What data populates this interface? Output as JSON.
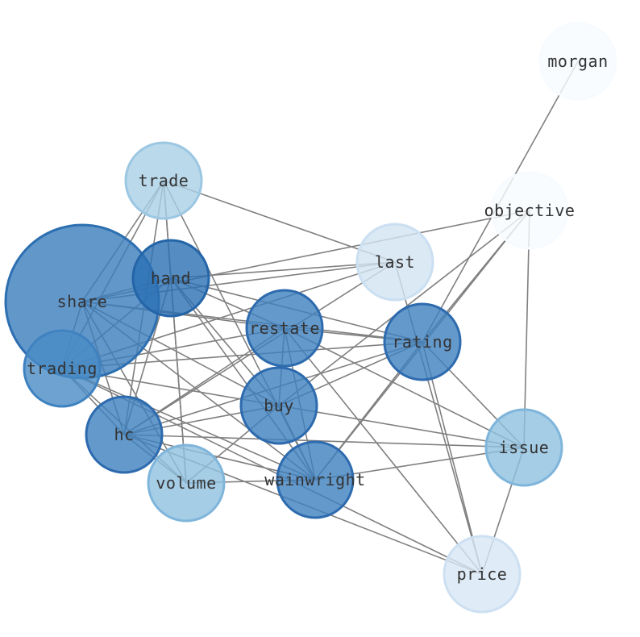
{
  "diagram": {
    "type": "network-graph",
    "nodes": [
      {
        "id": "morgan",
        "label": "morgan",
        "fill": "#f7fbff",
        "stroke": "#f7fbff"
      },
      {
        "id": "objective",
        "label": "objective",
        "fill": "#f7fbff",
        "stroke": "#f7fbff"
      },
      {
        "id": "trade",
        "label": "trade",
        "fill": "#a9d0e6",
        "stroke": "#9cc7e3"
      },
      {
        "id": "last",
        "label": "last",
        "fill": "#d2e3f3",
        "stroke": "#cadff1"
      },
      {
        "id": "share",
        "label": "share",
        "fill": "#3b7dbd",
        "stroke": "#2d6fb0"
      },
      {
        "id": "hand",
        "label": "hand",
        "fill": "#2a70b4",
        "stroke": "#2465a8"
      },
      {
        "id": "restate",
        "label": "restate",
        "fill": "#3d7fbf",
        "stroke": "#2e6bae"
      },
      {
        "id": "rating",
        "label": "rating",
        "fill": "#3d7fbf",
        "stroke": "#2e6bae"
      },
      {
        "id": "trading",
        "label": "trading",
        "fill": "#4a8cc5",
        "stroke": "#3f82c0"
      },
      {
        "id": "buy",
        "label": "buy",
        "fill": "#3d7fbf",
        "stroke": "#2e6bae"
      },
      {
        "id": "hc",
        "label": "hc",
        "fill": "#3d7fbf",
        "stroke": "#2e6bae"
      },
      {
        "id": "issue",
        "label": "issue",
        "fill": "#8fc0e0",
        "stroke": "#7fb5db"
      },
      {
        "id": "volume",
        "label": "volume",
        "fill": "#8fc0e0",
        "stroke": "#7fb5db"
      },
      {
        "id": "wainwright",
        "label": "wainwright",
        "fill": "#3d7fbf",
        "stroke": "#2e6bae"
      },
      {
        "id": "price",
        "label": "price",
        "fill": "#d7e6f4",
        "stroke": "#cde0f2"
      }
    ],
    "edges": [
      [
        "morgan",
        "rating"
      ],
      [
        "objective",
        "share"
      ],
      [
        "objective",
        "buy"
      ],
      [
        "objective",
        "rating"
      ],
      [
        "objective",
        "issue"
      ],
      [
        "objective",
        "wainwright"
      ],
      [
        "trade",
        "share"
      ],
      [
        "trade",
        "hand"
      ],
      [
        "trade",
        "last"
      ],
      [
        "trade",
        "trading"
      ],
      [
        "trade",
        "hc"
      ],
      [
        "trade",
        "volume"
      ],
      [
        "trade",
        "wainwright"
      ],
      [
        "last",
        "share"
      ],
      [
        "last",
        "hand"
      ],
      [
        "last",
        "trading"
      ],
      [
        "last",
        "hc"
      ],
      [
        "last",
        "price"
      ],
      [
        "share",
        "hand"
      ],
      [
        "share",
        "restate"
      ],
      [
        "share",
        "rating"
      ],
      [
        "share",
        "trading"
      ],
      [
        "share",
        "buy"
      ],
      [
        "share",
        "hc"
      ],
      [
        "share",
        "volume"
      ],
      [
        "share",
        "wainwright"
      ],
      [
        "hand",
        "restate"
      ],
      [
        "hand",
        "rating"
      ],
      [
        "hand",
        "trading"
      ],
      [
        "hand",
        "buy"
      ],
      [
        "hand",
        "hc"
      ],
      [
        "hand",
        "volume"
      ],
      [
        "hand",
        "wainwright"
      ],
      [
        "restate",
        "rating"
      ],
      [
        "restate",
        "trading"
      ],
      [
        "restate",
        "buy"
      ],
      [
        "restate",
        "hc"
      ],
      [
        "restate",
        "issue"
      ],
      [
        "restate",
        "wainwright"
      ],
      [
        "restate",
        "price"
      ],
      [
        "rating",
        "trading"
      ],
      [
        "rating",
        "buy"
      ],
      [
        "rating",
        "hc"
      ],
      [
        "rating",
        "issue"
      ],
      [
        "rating",
        "wainwright"
      ],
      [
        "rating",
        "price"
      ],
      [
        "trading",
        "buy"
      ],
      [
        "trading",
        "hc"
      ],
      [
        "trading",
        "volume"
      ],
      [
        "trading",
        "wainwright"
      ],
      [
        "trading",
        "price"
      ],
      [
        "buy",
        "hc"
      ],
      [
        "buy",
        "issue"
      ],
      [
        "buy",
        "wainwright"
      ],
      [
        "buy",
        "volume"
      ],
      [
        "hc",
        "issue"
      ],
      [
        "hc",
        "wainwright"
      ],
      [
        "hc",
        "volume"
      ],
      [
        "hc",
        "price"
      ],
      [
        "issue",
        "wainwright"
      ],
      [
        "issue",
        "price"
      ],
      [
        "volume",
        "wainwright"
      ]
    ]
  }
}
